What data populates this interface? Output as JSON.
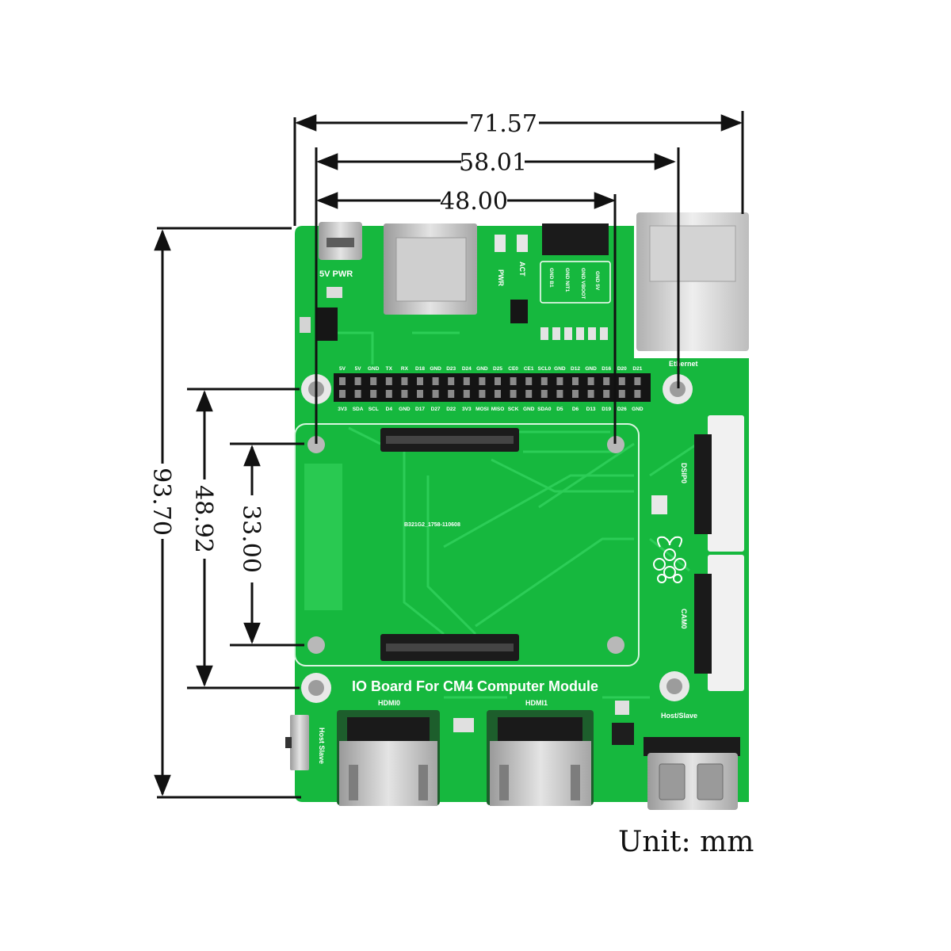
{
  "dimensions": {
    "unit_label": "Unit: mm",
    "widths": [
      "71.57",
      "58.01",
      "48.00"
    ],
    "heights": [
      "93.70",
      "48.92",
      "33.00"
    ]
  },
  "board": {
    "title": "IO Board For CM4 Computer Module",
    "power_label": "5V PWR",
    "pwr_led": "PWR",
    "act_led": "ACT",
    "ethernet_label": "Ethernet",
    "dsi_label": "DSIP0",
    "cam_label": "CAM0",
    "hdmi0_label": "HDMI0",
    "hdmi1_label": "HDMI1",
    "host_slave_label": "Host/Slave",
    "switch_label": "Host Slave",
    "pcb_code": "B321G2_1758-110608",
    "jumper_labels": [
      "GND 5V",
      "GND VBOOT",
      "GND NIT1",
      "GND B1"
    ],
    "gpio_top": [
      "5V",
      "5V",
      "GND",
      "TX",
      "RX",
      "D18",
      "GND",
      "D23",
      "D24",
      "GND",
      "D25",
      "CE0",
      "CE1",
      "SCL0",
      "GND",
      "D12",
      "GND",
      "D16",
      "D20",
      "D21"
    ],
    "gpio_bottom": [
      "3V3",
      "SDA",
      "SCL",
      "D4",
      "GND",
      "D17",
      "D27",
      "D22",
      "3V3",
      "MOSI",
      "MISO",
      "SCK",
      "GND",
      "SDA0",
      "D5",
      "D6",
      "D13",
      "D19",
      "D26",
      "GND"
    ]
  },
  "colors": {
    "pcb": "#16b83e",
    "pcb_dark": "#0f9a30",
    "trace": "#2fd05a",
    "metal": "#c8c8c8",
    "connector": "#1b1b1b"
  }
}
